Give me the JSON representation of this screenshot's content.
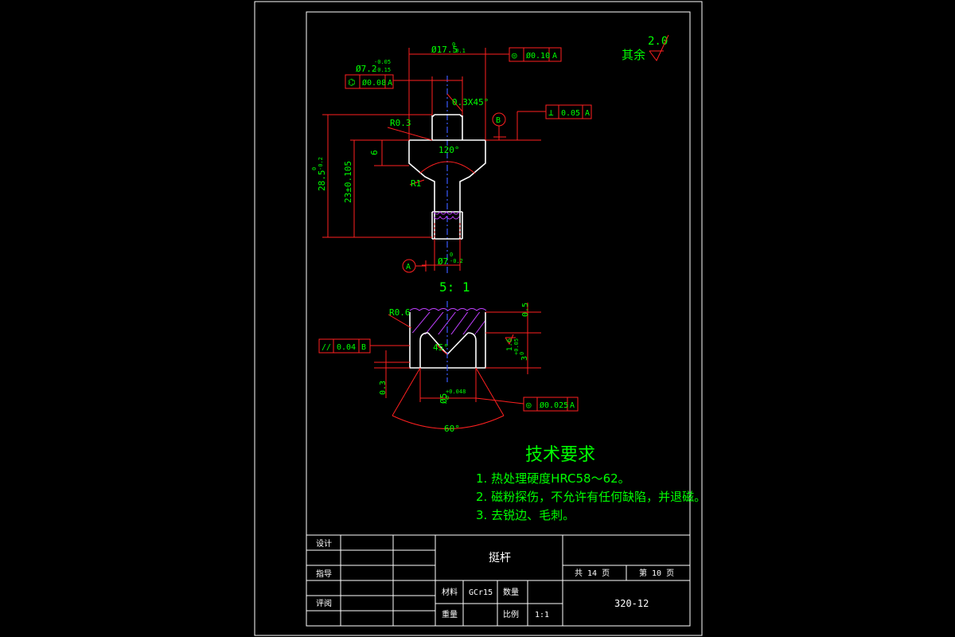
{
  "surface_finish": {
    "label": "其余",
    "value": "2.0"
  },
  "scale_note": "5: 1",
  "top_view": {
    "dia_17_5": {
      "base": "Ø17.5",
      "upper": "0",
      "lower": "-0.1"
    },
    "dia_7_2": {
      "base": "Ø7.2",
      "upper": "-0.05",
      "lower": "-0.15"
    },
    "chamfer": "0.3X45°",
    "r_0_3": "R0.3",
    "r_1": "R1",
    "angle_120": "120°",
    "dim_6": "6",
    "dim_28_5": {
      "base": "28.5",
      "upper": "0",
      "lower": "-0.2"
    },
    "dim_23": "23±0.105",
    "dia_7": {
      "base": "Ø7",
      "upper": "0",
      "lower": "-0.2"
    },
    "datum_a": "A",
    "datum_b": "B",
    "fcf_concentric_top": {
      "symbol": "◎",
      "value": "Ø0.10",
      "datum": "A"
    },
    "fcf_hex_left": {
      "symbol": "⌬",
      "value": "Ø0.08",
      "datum": "A"
    },
    "fcf_perp": {
      "symbol": "⊥",
      "value": "0.05",
      "datum": "A"
    }
  },
  "detail_view": {
    "r_0_6": "R0.6",
    "angle_45": "45°",
    "dim_0_5": "0.5",
    "dim_3": {
      "base": "3",
      "upper": "+0.05",
      "lower": "0"
    },
    "finish_1_6": "1.6",
    "dim_0_3": "0.3",
    "dia_5": {
      "base": "Ø5",
      "upper": "+0.048",
      "lower": "0"
    },
    "angle_60": "60°",
    "fcf_parallel": {
      "symbol": "//",
      "value": "0.04",
      "datum": "B"
    },
    "fcf_concentric": {
      "symbol": "◎",
      "value": "Ø0.025",
      "datum": "A"
    }
  },
  "tech_requirements": {
    "title": "技术要求",
    "items": [
      "1. 热处理硬度HRC58～62。",
      "2. 磁粉探伤，不允许有任何缺陷，并退磁。",
      "3. 去锐边、毛刺。"
    ]
  },
  "title_block": {
    "design": "设计",
    "guide": "指导",
    "review": "评阅",
    "part_name": "挺杆",
    "material_label": "材料",
    "material": "GCr15",
    "quantity_label": "数量",
    "weight_label": "重量",
    "scale_label": "比例",
    "scale": "1:1",
    "total_pages": "共 14 页",
    "page_no": "第 10 页",
    "drawing_no": "320-12"
  }
}
